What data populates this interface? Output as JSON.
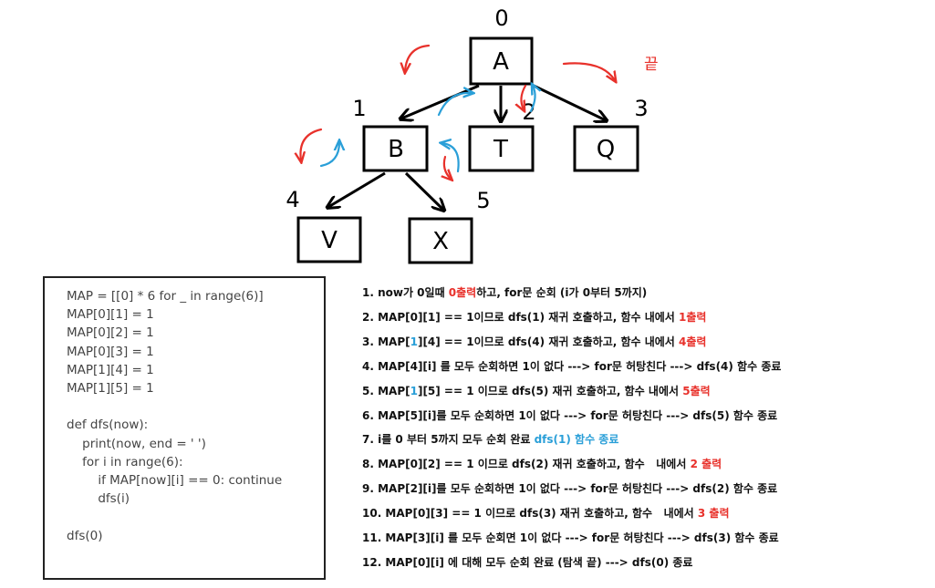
{
  "tree": {
    "nodes": [
      {
        "id": "A",
        "label": "A",
        "index": "0"
      },
      {
        "id": "B",
        "label": "B",
        "index": "1"
      },
      {
        "id": "T",
        "label": "T",
        "index": "2"
      },
      {
        "id": "Q",
        "label": "Q",
        "index": "3"
      },
      {
        "id": "V",
        "label": "V",
        "index": "4"
      },
      {
        "id": "X",
        "label": "X",
        "index": "5"
      }
    ],
    "end_label": "끝"
  },
  "code": [
    "MAP = [[0] * 6 for _ in range(6)]",
    "MAP[0][1] = 1",
    "MAP[0][2] = 1",
    "MAP[0][3] = 1",
    "MAP[1][4] = 1",
    "MAP[1][5] = 1",
    "",
    "def dfs(now):",
    "    print(now, end = ' ')",
    "    for i in range(6):",
    "        if MAP[now][i] == 0: continue",
    "        dfs(i)",
    "",
    "dfs(0)"
  ],
  "steps": [
    [
      {
        "t": "1. now가 0일때 "
      },
      {
        "t": "0출력",
        "c": "red"
      },
      {
        "t": "하고, for문 순회 (i가 0부터 5까지)"
      }
    ],
    [
      {
        "t": "2. MAP[0][1] == 1이므로 dfs(1) 재귀 호출하고, 함수 내에서 "
      },
      {
        "t": "1출력",
        "c": "red"
      }
    ],
    [
      {
        "t": "3. MAP["
      },
      {
        "t": "1",
        "c": "blue"
      },
      {
        "t": "][4] == 1이므로 dfs(4) 재귀 호출하고, 함수 내에서 "
      },
      {
        "t": "4출력",
        "c": "red"
      }
    ],
    [
      {
        "t": "4. MAP[4][i] 를 모두 순회하면 1이 없다 ---> for문 허탕친다 ---> dfs(4) 함수 종료"
      }
    ],
    [
      {
        "t": "5. MAP["
      },
      {
        "t": "1",
        "c": "blue"
      },
      {
        "t": "][5] == 1 이므로 dfs(5) 재귀 호출하고, 함수 내에서 "
      },
      {
        "t": "5출력",
        "c": "red"
      }
    ],
    [
      {
        "t": "6. MAP[5][i]를 모두 순회하면 1이 없다 ---> for문 허탕친다 ---> dfs(5) 함수 종료"
      }
    ],
    [
      {
        "t": "7. i를 0 부터 5까지 모두 순회 완료 "
      },
      {
        "t": "dfs(1) 함수 종료",
        "c": "blue"
      }
    ],
    [
      {
        "t": "8. MAP[0][2] == 1 이므로 dfs(2) 재귀 호출하고, 함수   내에서 "
      },
      {
        "t": "2 출력",
        "c": "red"
      }
    ],
    [
      {
        "t": "9. MAP[2][i]를 모두 순회하면 1이 없다 ---> for문 허탕친다 ---> dfs(2) 함수 종료"
      }
    ],
    [
      {
        "t": "10. MAP[0][3] == 1 이므로 dfs(3) 재귀 호출하고, 함수   내에서 "
      },
      {
        "t": "3 출력",
        "c": "red"
      }
    ],
    [
      {
        "t": "11. MAP[3][i] 를 모두 순회면 1이 없다 ---> for문 허탕친다 ---> dfs(3) 함수 종료"
      }
    ],
    [
      {
        "t": "12. MAP[0][i] 에 대해 모두 순회 완료 (탐색 끝) ---> dfs(0) 종료"
      }
    ]
  ],
  "colors": {
    "highlight_red": "#e8312b",
    "highlight_blue": "#2a9fd8"
  }
}
